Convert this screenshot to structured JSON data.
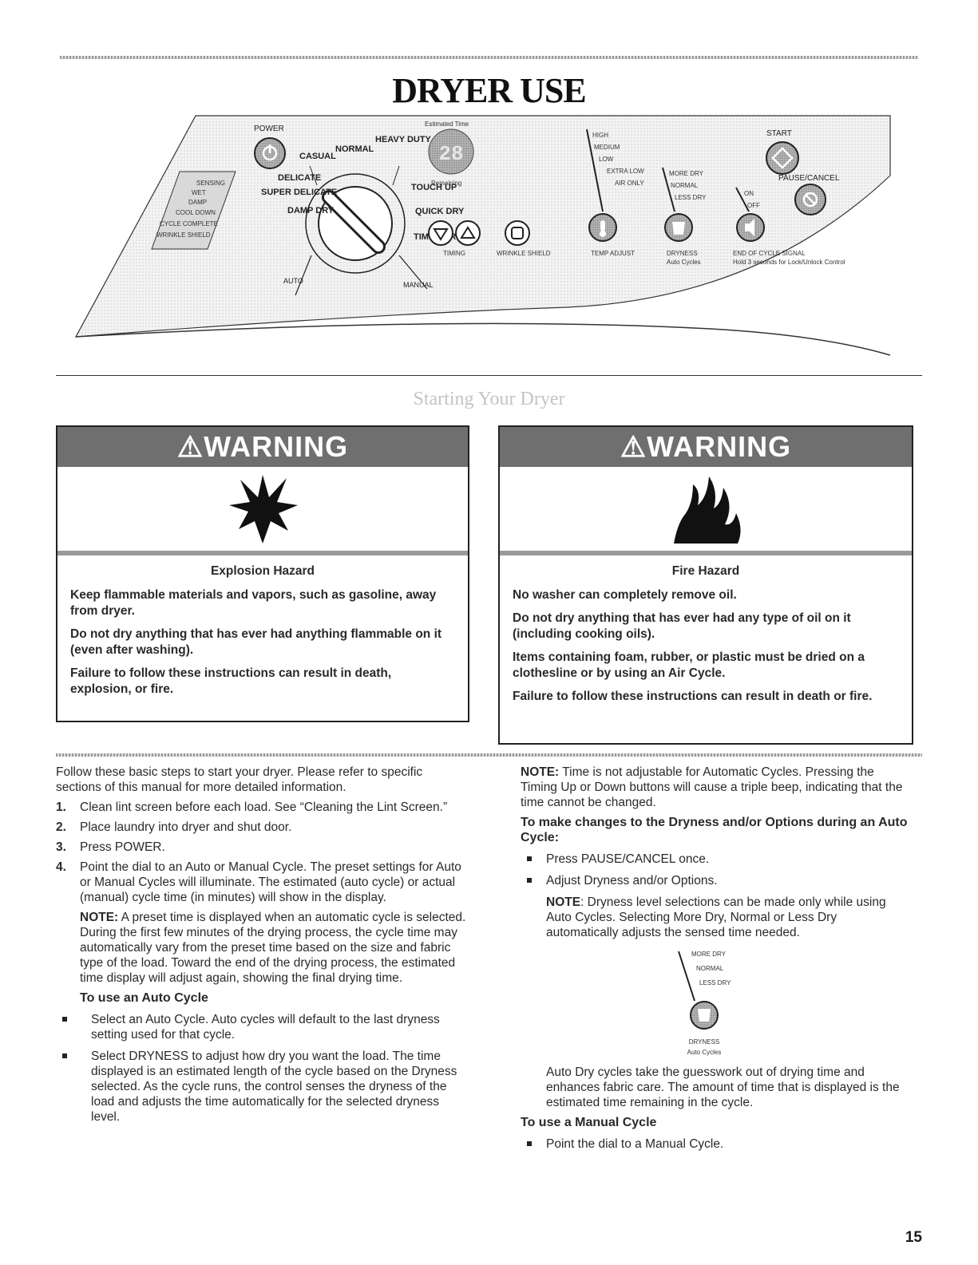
{
  "page": {
    "title": "DRYER USE",
    "section_title": "Starting Your Dryer",
    "page_number": "15"
  },
  "panel": {
    "power": "POWER",
    "left_status": [
      "SENSING",
      "WET",
      "DAMP",
      "COOL DOWN",
      "CYCLE COMPLETE",
      "WRINKLE SHIELD"
    ],
    "dial_labels": {
      "casual": "CASUAL",
      "normal": "NORMAL",
      "heavy_duty": "HEAVY DUTY",
      "delicate": "DELICATE",
      "super_delicate": "SUPER DELICATE",
      "damp_dry": "DAMP DRY",
      "touch_up": "TOUCH UP",
      "quick_dry": "QUICK DRY",
      "timed_dry": "TIMED DRY",
      "auto": "AUTO",
      "manual": "MANUAL"
    },
    "estimated_time": "Estimated Time",
    "display": "28",
    "remaining": "Remaining",
    "timing": "TIMING",
    "wrinkle_shield": "WRINKLE SHIELD",
    "temp_levels": [
      "HIGH",
      "MEDIUM",
      "LOW",
      "EXTRA LOW",
      "AIR ONLY"
    ],
    "temp_label": "TEMP ADJUST",
    "dryness_levels": [
      "MORE DRY",
      "NORMAL",
      "LESS DRY"
    ],
    "dryness_label": "DRYNESS",
    "dryness_sub": "Auto Cycles",
    "signal_levels": [
      "ON",
      "OFF"
    ],
    "signal_label": "END OF CYCLE SIGNAL",
    "signal_sub": "Hold 3 seconds for Lock/Unlock Control",
    "start": "START",
    "pause_cancel": "PAUSE/CANCEL"
  },
  "warnings": [
    {
      "heading": "WARNING",
      "icon": "explosion-icon",
      "hazard": "Explosion Hazard",
      "lines": [
        "Keep flammable materials and vapors, such as gasoline, away from dryer.",
        "Do not dry anything that has ever had anything flammable on it (even after washing).",
        "Failure to follow these instructions can result in death, explosion, or fire."
      ]
    },
    {
      "heading": "WARNING",
      "icon": "fire-icon",
      "hazard": "Fire Hazard",
      "lines": [
        "No washer can completely remove oil.",
        "Do not dry anything that has ever had any type of oil on it (including cooking oils).",
        "Items containing foam, rubber, or plastic must be dried on a clothesline or by using an Air Cycle.",
        "Failure to follow these instructions can result in death or fire."
      ]
    }
  ],
  "left_col": {
    "intro": "Follow these basic steps to start your dryer. Please refer to specific sections of this manual for more detailed information.",
    "steps": [
      {
        "num": "1.",
        "text": "Clean lint screen before each load. See “Cleaning the Lint Screen.”"
      },
      {
        "num": "2.",
        "text": "Place laundry into dryer and shut door."
      },
      {
        "num": "3.",
        "text": "Press POWER."
      },
      {
        "num": "4.",
        "text": "Point the dial to an Auto or Manual Cycle. The preset settings for Auto or Manual Cycles will illuminate. The estimated (auto cycle) or actual (manual) cycle time (in minutes) will show in the display."
      }
    ],
    "note_label": "NOTE:",
    "note": "A preset time is displayed when an automatic cycle is selected. During the first few minutes of the drying process, the cycle time may automatically vary from the preset time based on the size and fabric type of the load. Toward the end of the drying process, the estimated time display will adjust again, showing the final drying time.",
    "auto_heading": "To use an Auto Cycle",
    "auto_bullets": [
      "Select an Auto Cycle. Auto cycles will default to the last dryness setting used for that cycle.",
      "Select DRYNESS to adjust how dry you want the load. The time displayed is an estimated length of the cycle based on the Dryness selected. As the cycle runs, the control senses the dryness of the load and adjusts the time automatically for the selected dryness level."
    ]
  },
  "right_col": {
    "note_label": "NOTE:",
    "note": "Time is not adjustable for Automatic Cycles. Pressing the Timing Up or Down buttons will cause a triple beep, indicating that the time cannot be changed.",
    "changes_heading": "To make changes to the Dryness and/or Options during an Auto Cycle:",
    "changes_bullets": [
      "Press PAUSE/CANCEL once.",
      "Adjust Dryness and/or Options."
    ],
    "note2_label": "NOTE",
    "note2": ": Dryness level selections can be made only while using Auto Cycles. Selecting More Dry, Normal or Less Dry automatically adjusts the sensed time needed.",
    "dryness_levels": [
      "MORE DRY",
      "NORMAL",
      "LESS DRY"
    ],
    "dryness_label": "DRYNESS",
    "dryness_sub": "Auto Cycles",
    "auto_dry_text": "Auto Dry cycles take the guesswork out of drying time and enhances fabric care. The amount of time that is displayed is the estimated time remaining in the cycle.",
    "manual_heading": "To use a Manual Cycle",
    "manual_bullets": [
      "Point the dial to a Manual Cycle."
    ]
  }
}
